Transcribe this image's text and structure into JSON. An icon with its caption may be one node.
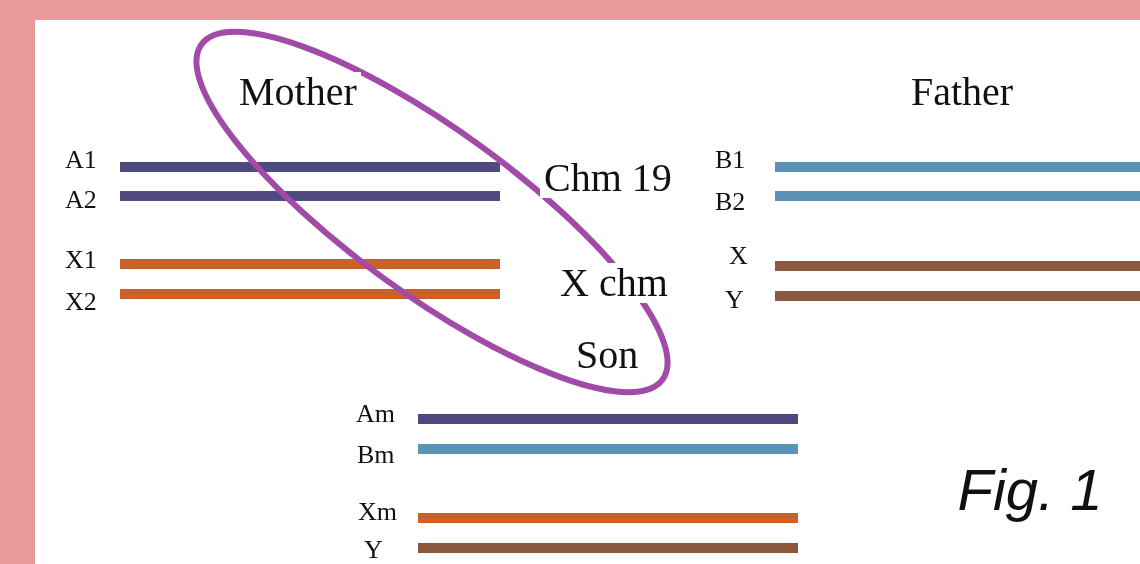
{
  "diagram": {
    "labels": [
      "Mother",
      "Father",
      "A1",
      "Chm 19",
      "B1",
      "A2",
      "B2",
      "X1",
      "X",
      "X chm",
      "X2",
      "Y",
      "Son",
      "Am",
      "Bm",
      "Xm",
      "Y",
      "Fig. 1"
    ]
  }
}
